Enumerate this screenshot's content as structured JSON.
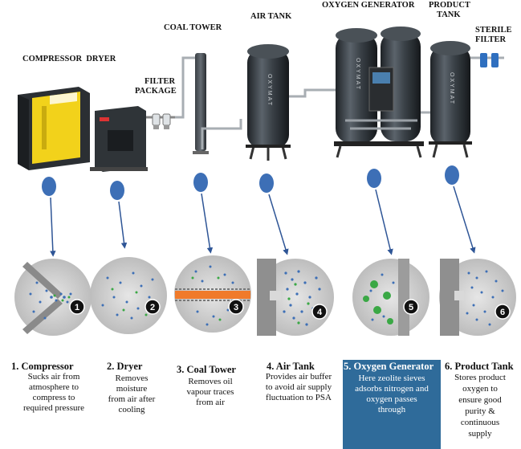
{
  "labels": {
    "compressor_dryer": "COMPRESSOR  DRYER",
    "filter_package_1": "FILTER",
    "filter_package_2": "PACKAGE",
    "coal_tower": "COAL TOWER",
    "air_tank": "AIR TANK",
    "oxygen_generator": "OXYGEN GENERATOR",
    "product_tank_1": "PRODUCT",
    "product_tank_2": "TANK",
    "sterile_filter_1": "STERILE",
    "sterile_filter_2": "FILTER",
    "brand": "OXYMAT"
  },
  "steps": [
    {
      "number": "1",
      "title": "1. Compressor",
      "desc": [
        "Sucks air from",
        "atmosphere to",
        "compress to",
        "required pressure"
      ]
    },
    {
      "number": "2",
      "title": "2. Dryer",
      "desc": [
        "Removes",
        "moisture",
        "from air after",
        "cooling"
      ]
    },
    {
      "number": "3",
      "title": "3. Coal Tower",
      "desc": [
        "Removes oil",
        "vapour traces",
        "from air"
      ]
    },
    {
      "number": "4",
      "title": "4. Air Tank",
      "desc": [
        "Provides air buffer",
        "to avoid air supply",
        "fluctuation to PSA"
      ]
    },
    {
      "number": "5",
      "title": "5. Oxygen Generator",
      "desc": [
        "Here zeolite sieves",
        "adsorbs nitrogen and",
        "oxygen passes",
        "through"
      ]
    },
    {
      "number": "6",
      "title": "6. Product Tank",
      "desc": [
        "Stores product",
        "oxygen to",
        "ensure good",
        "purity &",
        "continuous",
        "supply"
      ]
    }
  ],
  "colors": {
    "marker": "#3d6fb6",
    "arrow": "#2e5596",
    "highlight_panel": "#2f6b9a",
    "compressor_yellow": "#f2d21b"
  }
}
